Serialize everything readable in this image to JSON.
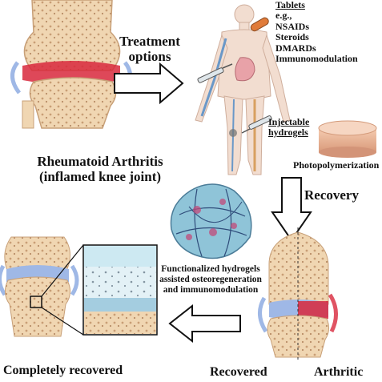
{
  "top": {
    "treatment_line1": "Treatment",
    "treatment_line2": "options",
    "ra_line1": "Rheumatoid Arthritis",
    "ra_line2": "(inflamed knee joint)"
  },
  "tablets": {
    "title": "Tablets",
    "items": [
      "e.g.,",
      "NSAIDs",
      "Steroids",
      "DMARDs",
      "Immunomodulation"
    ]
  },
  "hydrogel": {
    "injectable_line1": "Injectable",
    "injectable_line2": "hydrogels",
    "photopolymerization": "Photopolymerization",
    "recovery": "Recovery",
    "functional_line1": "Functionalized hydrogels",
    "functional_line2": "assisted osteoregeneration",
    "functional_line3": "and immunomodulation"
  },
  "bottom": {
    "completely_recovered": "Completely recovered",
    "recovered": "Recovered",
    "arthritic": "Arthritic"
  },
  "colors": {
    "bone": "#f0d6b2",
    "bone_edge": "#c8a078",
    "cartilage": "#9fb8e6",
    "inflamed": "#d8283c",
    "gel": "#8fc4d8",
    "gel_disk": "#e9b79a"
  }
}
